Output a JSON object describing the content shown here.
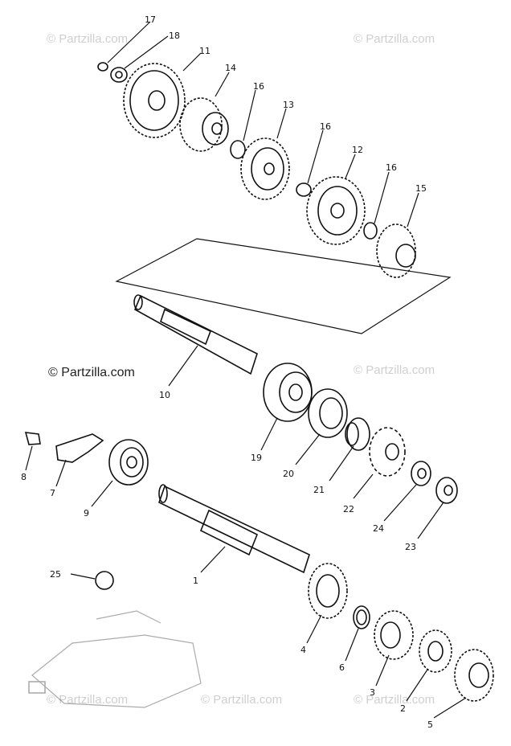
{
  "watermarks": [
    "© Partzilla.com",
    "© Partzilla.com",
    "© Partzilla.com",
    "© Partzilla.com",
    "© Partzilla.com",
    "© Partzilla.com",
    "© Partzilla.com"
  ],
  "callouts": [
    "17",
    "18",
    "11",
    "14",
    "16",
    "13",
    "16",
    "12",
    "16",
    "15",
    "10",
    "19",
    "20",
    "21",
    "22",
    "24",
    "23",
    "8",
    "7",
    "9",
    "1",
    "25",
    "4",
    "6",
    "3",
    "2",
    "5"
  ],
  "colors": {
    "ink": "#111111",
    "watermark": "#cfcfcf",
    "background": "#ffffff"
  }
}
